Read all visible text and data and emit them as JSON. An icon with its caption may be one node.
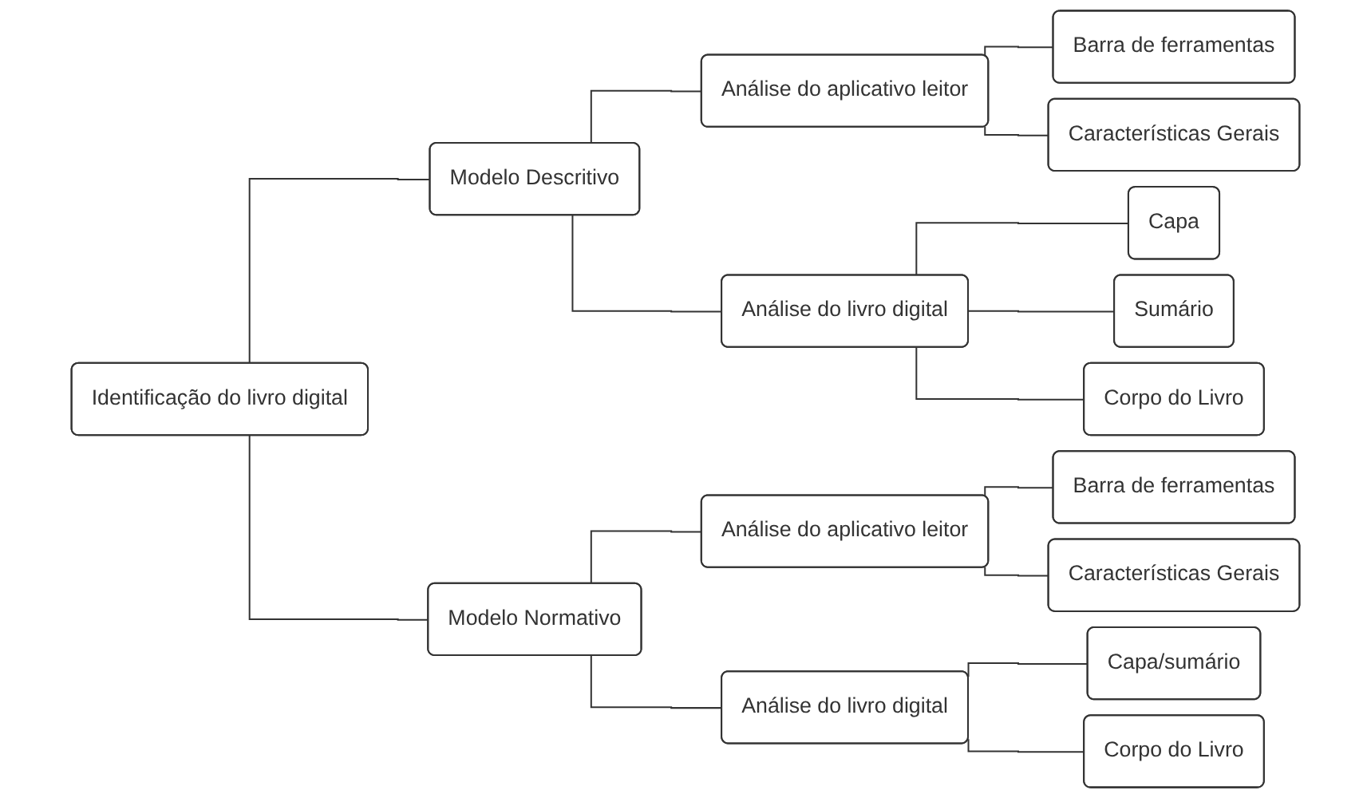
{
  "diagram": {
    "nodes": [
      {
        "text": [
          "Identificação do livro digital"
        ]
      },
      {
        "text": [
          "Modelo Descritivo"
        ]
      },
      {
        "text": [
          "Análise do aplicativo leitor"
        ]
      },
      {
        "text": [
          "Barra de ferramentas"
        ]
      },
      {
        "text": [
          "Características Gerais"
        ]
      },
      {
        "text": [
          "Análise do livro digital"
        ]
      },
      {
        "text": [
          "Capa"
        ]
      },
      {
        "text": [
          "Sumário"
        ]
      },
      {
        "text": [
          "Corpo do Livro"
        ]
      },
      {
        "text": [
          "Modelo Normativo"
        ]
      },
      {
        "text": [
          "Análise do aplicativo leitor"
        ]
      },
      {
        "text": [
          "Barra de ferramentas"
        ]
      },
      {
        "text": [
          "Características Gerais"
        ]
      },
      {
        "text": [
          "Análise do livro digital"
        ]
      },
      {
        "text": [
          "Capa/sumário"
        ]
      },
      {
        "text": [
          "Corpo do Livro"
        ]
      }
    ],
    "edges": [
      {
        "from": 0,
        "to": 1,
        "arrow": "none"
      },
      {
        "from": 1,
        "to": 2,
        "arrow": "none"
      },
      {
        "from": 2,
        "to": 3,
        "arrow": "none"
      },
      {
        "from": 2,
        "to": 4,
        "arrow": "none"
      },
      {
        "from": 1,
        "to": 5,
        "arrow": "none"
      },
      {
        "from": 5,
        "to": 6,
        "arrow": "none"
      },
      {
        "from": 5,
        "to": 7,
        "arrow": "none"
      },
      {
        "from": 5,
        "to": 8,
        "arrow": "none"
      },
      {
        "from": 0,
        "to": 9,
        "arrow": "none"
      },
      {
        "from": 9,
        "to": 10,
        "arrow": "none"
      },
      {
        "from": 10,
        "to": 11,
        "arrow": "none"
      },
      {
        "from": 10,
        "to": 12,
        "arrow": "none"
      },
      {
        "from": 9,
        "to": 13,
        "arrow": "none"
      },
      {
        "from": 13,
        "to": 14,
        "arrow": "none"
      },
      {
        "from": 13,
        "to": 15,
        "arrow": "none"
      }
    ]
  }
}
